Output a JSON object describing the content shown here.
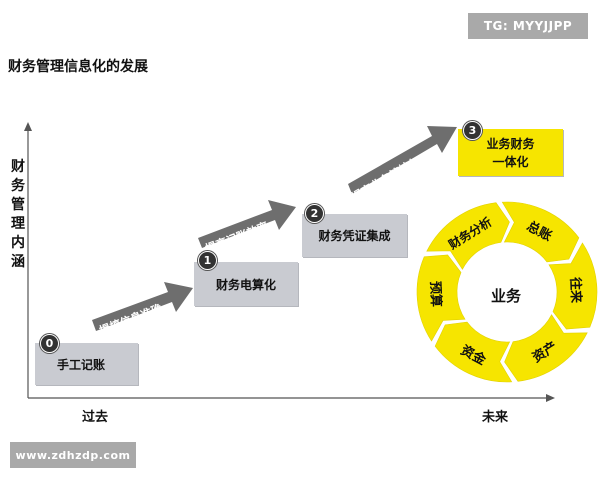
{
  "watermarks": {
    "top": "TG: MYYJJPP",
    "bottom": "www.zdhzdp.com"
  },
  "title": "财务管理信息化的发展",
  "y_axis_label": "财务管理内涵",
  "x_axis": {
    "left": "过去",
    "right": "未来"
  },
  "steps": [
    {
      "number": "0",
      "label": "手工记账"
    },
    {
      "number": "1",
      "label": "财务电算化"
    },
    {
      "number": "2",
      "label": "财务凭证集成"
    },
    {
      "number": "3",
      "label_line1": "业务财务",
      "label_line2": "一体化"
    }
  ],
  "transitions": [
    {
      "label": "提搞信息准确"
    },
    {
      "label": "提高记账效率"
    },
    {
      "label_line1": "提高业务管控与",
      "label_line2": "洞察"
    }
  ],
  "cycle": {
    "center": "业务",
    "segments": [
      "财务分析",
      "总账",
      "往来",
      "资产",
      "资金",
      "预算"
    ]
  },
  "colors": {
    "yellow": "#f6e500",
    "gray_box": "#c9cbd1",
    "arrow_gray": "#6e6e6e",
    "badge": "#333333"
  }
}
